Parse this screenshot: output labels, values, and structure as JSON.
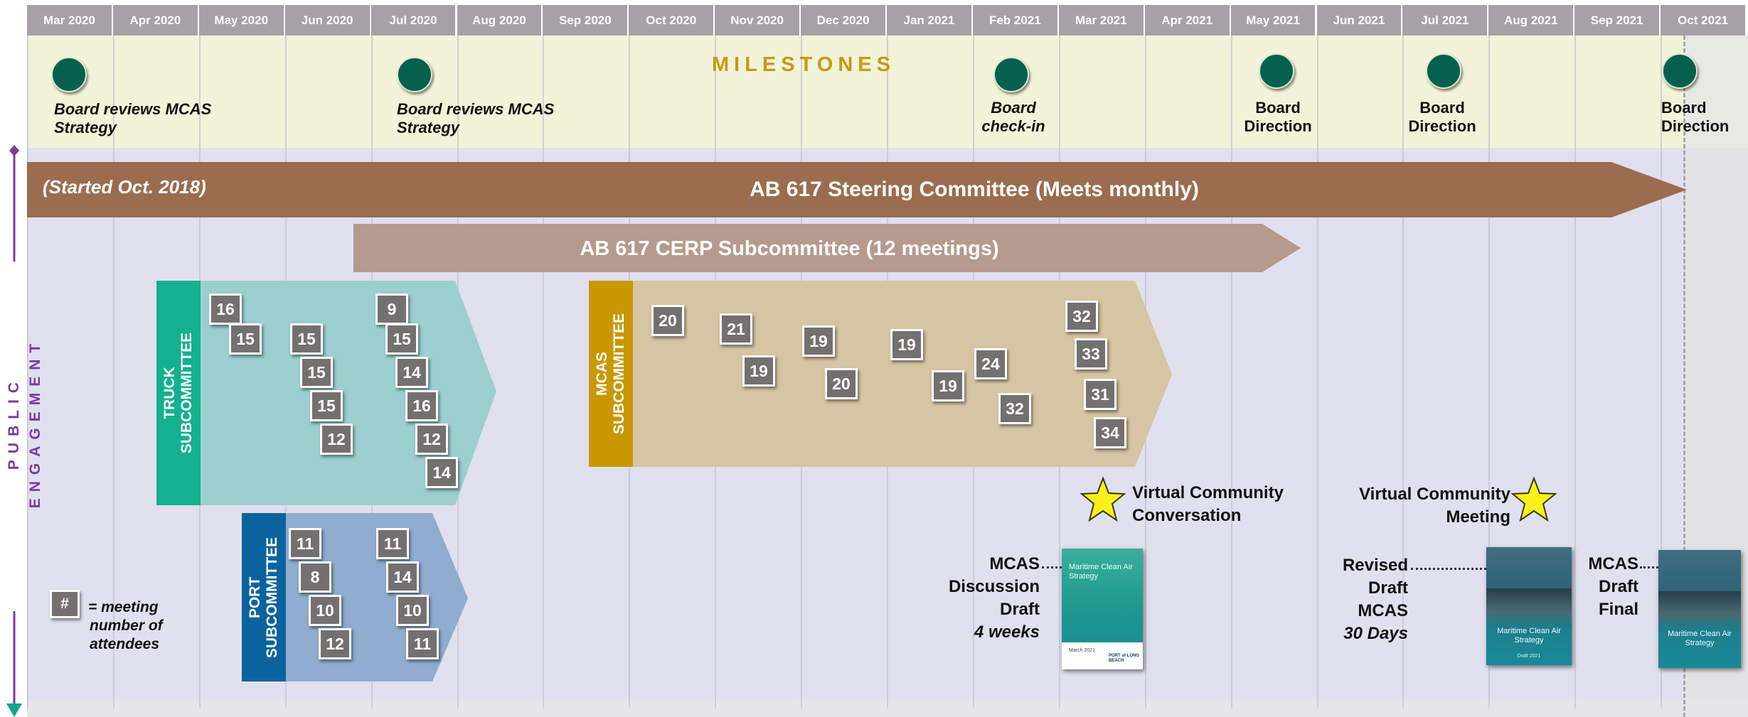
{
  "months": [
    "Mar 2020",
    "Apr 2020",
    "May 2020",
    "Jun 2020",
    "Jul 2020",
    "Aug 2020",
    "Sep 2020",
    "Oct 2020",
    "Nov 2020",
    "Dec 2020",
    "Jan 2021",
    "Feb 2021",
    "Mar 2021",
    "Apr 2021",
    "May 2021",
    "Jun 2021",
    "Jul 2021",
    "Aug 2021",
    "Sep 2021",
    "Oct 2021"
  ],
  "side_label": "PUBLIC ENGAGEMENT",
  "milestones": {
    "title": "MILESTONES",
    "items": [
      {
        "line1": "Board reviews MCAS",
        "line2": "Strategy"
      },
      {
        "line1": "Board reviews MCAS",
        "line2": "Strategy"
      },
      {
        "line1": "Board",
        "line2": "check-in"
      },
      {
        "line1": "Board",
        "line2": "Direction"
      },
      {
        "line1": "Board",
        "line2": "Direction"
      },
      {
        "line1": "Board",
        "line2": "Direction"
      }
    ]
  },
  "steering": {
    "started": "(Started Oct. 2018)",
    "label": "AB 617 Steering Committee (Meets monthly)"
  },
  "cerp": {
    "label": "AB 617 CERP Subcommittee (12 meetings)"
  },
  "truck": {
    "line1": "TRUCK",
    "line2": "SUBCOMMITTEE",
    "counts": [
      "16",
      "15",
      "15",
      "15",
      "15",
      "12",
      "9",
      "15",
      "14",
      "16",
      "12",
      "14"
    ]
  },
  "port": {
    "line1": "PORT",
    "line2": "SUBCOMMITTEE",
    "counts": [
      "11",
      "8",
      "10",
      "12",
      "11",
      "14",
      "10",
      "11"
    ]
  },
  "mcas": {
    "line1": "MCAS",
    "line2": "SUBCOMMITTEE",
    "counts": [
      "20",
      "21",
      "19",
      "19",
      "20",
      "19",
      "19",
      "24",
      "32",
      "32",
      "33",
      "31",
      "34"
    ]
  },
  "legend": {
    "symbol": "#",
    "line1": "= meeting",
    "line2": "number of",
    "line3": "attendees"
  },
  "events": [
    {
      "line1": "Virtual Community",
      "line2": "Conversation"
    },
    {
      "line1": "Virtual Community",
      "line2": "Meeting"
    }
  ],
  "documents": [
    {
      "lines": [
        "MCAS",
        "Discussion",
        "Draft"
      ],
      "period": "4 weeks",
      "cover_title": "Maritime Clean Air Strategy",
      "cover_sub": "March 2021",
      "logo": "PORT of LONG BEACH"
    },
    {
      "lines": [
        "Revised",
        "Draft",
        "MCAS"
      ],
      "period": "30 Days",
      "cover_title": "Maritime Clean Air Strategy",
      "cover_sub": "Draft 2021"
    },
    {
      "lines": [
        "MCAS",
        "Draft",
        "Final"
      ],
      "period": "",
      "cover_title": "Maritime Clean Air Strategy"
    }
  ],
  "colors": {
    "steering": "#9b6c4e",
    "cerp": "#b59a8d",
    "truck_tab": "#14b08f",
    "truck_body": "#9ccfd0",
    "port_tab": "#0b639e",
    "port_body": "#90acce",
    "mcas_tab": "#c99700",
    "mcas_body": "#d6c5a3",
    "badge": "#757070",
    "milestone_dot": "#05614e",
    "milestone_band": "#f2f3d8",
    "milestone_title": "#c49a16",
    "side_label": "#7a3aa0",
    "star": "#f7f01c"
  }
}
